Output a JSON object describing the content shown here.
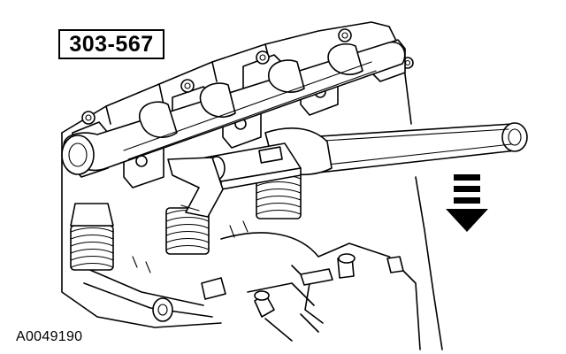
{
  "figure": {
    "tool_number": "303-567",
    "figure_id": "A0049190"
  },
  "icons": {
    "direction_arrow": "push-down-arrow-icon",
    "tool": "valve-spring-compressor-tool",
    "camshaft": "camshaft-assembly"
  },
  "colors": {
    "line": "#000000",
    "background": "#ffffff"
  }
}
